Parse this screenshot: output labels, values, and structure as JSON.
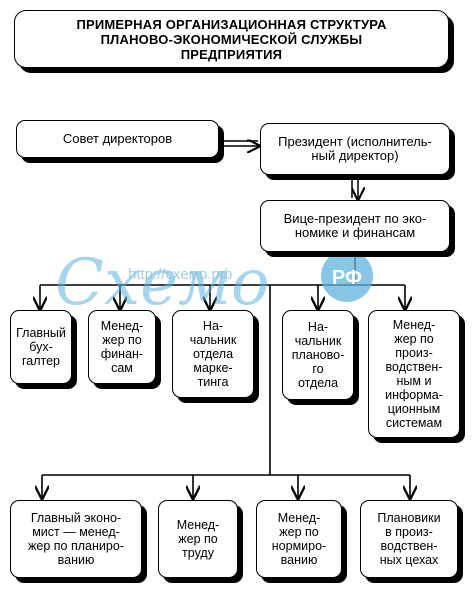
{
  "title": {
    "line1": "ПРИМЕРНАЯ ОРГАНИЗАЦИОННАЯ СТРУКТУРА",
    "line2": "ПЛАНОВО-ЭКОНОМИЧЕСКОЙ СЛУЖБЫ",
    "line3": "ПРЕДПРИЯТИЯ"
  },
  "nodes": {
    "board": "Совет директоров",
    "president": [
      "Президент (исполнитель-",
      "ный директор)"
    ],
    "vp": [
      "Вице-президент по эко-",
      "номике и финансам"
    ],
    "chief_accountant": [
      "Главный",
      "бух-",
      "галтер"
    ],
    "finance_manager": [
      "Менед-",
      "жер по",
      "финан-",
      "сам"
    ],
    "marketing_head": [
      "На-",
      "чальник",
      "отдела",
      "марке-",
      "тинга"
    ],
    "planning_head": [
      "На-",
      "чальник",
      "планово-",
      "го",
      "отдела"
    ],
    "is_manager": [
      "Менед-",
      "жер по",
      "произ-",
      "водствен-",
      "ным и",
      "информа-",
      "ционным",
      "системам"
    ],
    "chief_economist": [
      "Главный эконо-",
      "мист — менед-",
      "жер по планиро-",
      "ванию"
    ],
    "labor_manager": [
      "Менед-",
      "жер по",
      "труду"
    ],
    "norm_manager": [
      "Менед-",
      "жер по",
      "нормиро-",
      "ванию"
    ],
    "planners": [
      "Плановики",
      "в произ-",
      "водствен-",
      "ных цехах"
    ]
  },
  "watermark": {
    "text": "http://схемо.рф",
    "logo": "Схемо",
    "badge": "РФ",
    "color": "#5fb4dc"
  }
}
